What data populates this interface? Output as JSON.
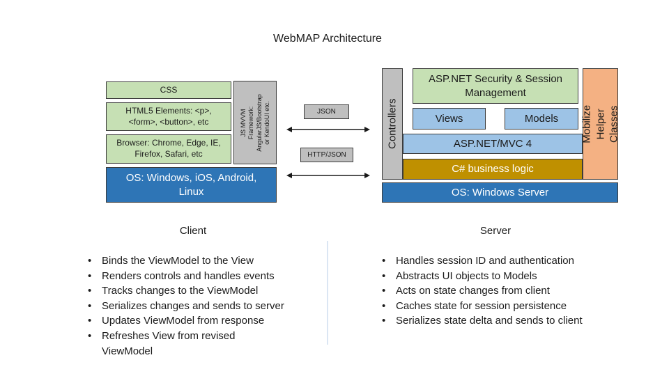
{
  "title": "WebMAP Architecture",
  "client": {
    "css": "CSS",
    "html5": "HTML5 Elements: <p>, <form>, <button>, etc",
    "browser": "Browser: Chrome, Edge, IE, Firefox, Safari, etc",
    "framework": "JS MVVM Framework: AngularJS/Bootstrap or KendoUI etc.",
    "os": "OS: Windows, iOS, Android, Linux",
    "label": "Client",
    "bullets": [
      "Binds the ViewModel to the View",
      "Renders controls and handles events",
      "Tracks changes to the ViewModel",
      "Serializes changes and sends to server",
      "Updates ViewModel from response",
      "Refreshes View from revised ViewModel"
    ]
  },
  "connectors": {
    "json": "JSON",
    "http_json": "HTTP/JSON"
  },
  "server": {
    "controllers": "Controllers",
    "security": "ASP.NET Security & Session Management",
    "views": "Views",
    "models": "Models",
    "mvc": "ASP.NET/MVC 4",
    "business": "C# business logic",
    "mobilize": "Mobilize Helper Classes",
    "os": "OS: Windows Server",
    "label": "Server",
    "bullets": [
      "Handles session ID and authentication",
      "Abstracts UI objects to Models",
      "Acts on state changes from client",
      "Caches state for session persistence",
      "Serializes state delta and sends to client"
    ]
  },
  "colors": {
    "green": "#c6e0b4",
    "light_blue": "#9dc3e6",
    "dark_blue": "#2e75b6",
    "gray": "#bfbfbf",
    "gold": "#bf9000",
    "orange": "#f4b183"
  }
}
